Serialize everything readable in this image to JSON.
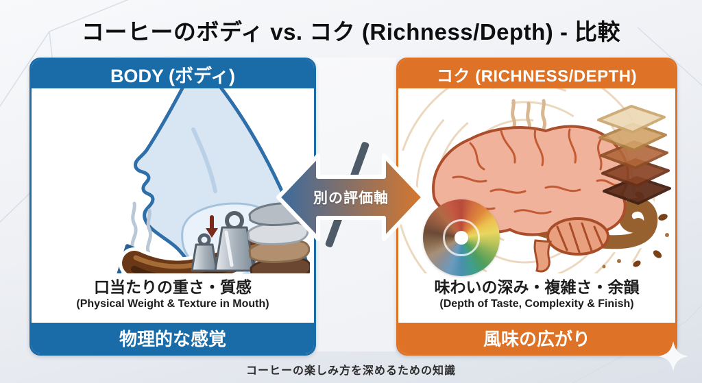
{
  "page": {
    "title": "コーヒーのボディ vs. コク (Richness/Depth) - 比較",
    "caption": "コーヒーの楽しみ方を深めるための知識"
  },
  "panels": {
    "body": {
      "header": "BODY (ボディ)",
      "main_text": "口当たりの重さ・質感",
      "sub_text": "(Physical Weight & Texture in Mouth)",
      "footer": "物理的な感覚"
    },
    "richness": {
      "header": "コク (RICHNESS/DEPTH)",
      "main_text": "味わいの深み・複雑さ・余韻",
      "sub_text": "(Depth of Taste, Complexity & Finish)",
      "footer": "風味の広がり"
    }
  },
  "center": {
    "arrow_label": "別の評価軸"
  },
  "colors": {
    "body_blue": "#1a6ca8",
    "richness_orange": "#de7226",
    "arrow_gradient_left": "#3a6a9e",
    "arrow_gradient_right": "#d8772c",
    "slash_gray": "#4e5a67",
    "page_bg_top": "#f8f9fb",
    "page_bg_bottom": "#dce1e9",
    "title_color": "#0f0f10"
  },
  "icons": {
    "left_illustration": "face-profile-drinking-coffee-with-weights-and-fabric-stack",
    "right_illustration": "brain-with-flavor-wheel-layer-stack-and-coffee-swirl",
    "sparkle": "four-point-star",
    "center_arrow": "double-headed-arrow"
  }
}
